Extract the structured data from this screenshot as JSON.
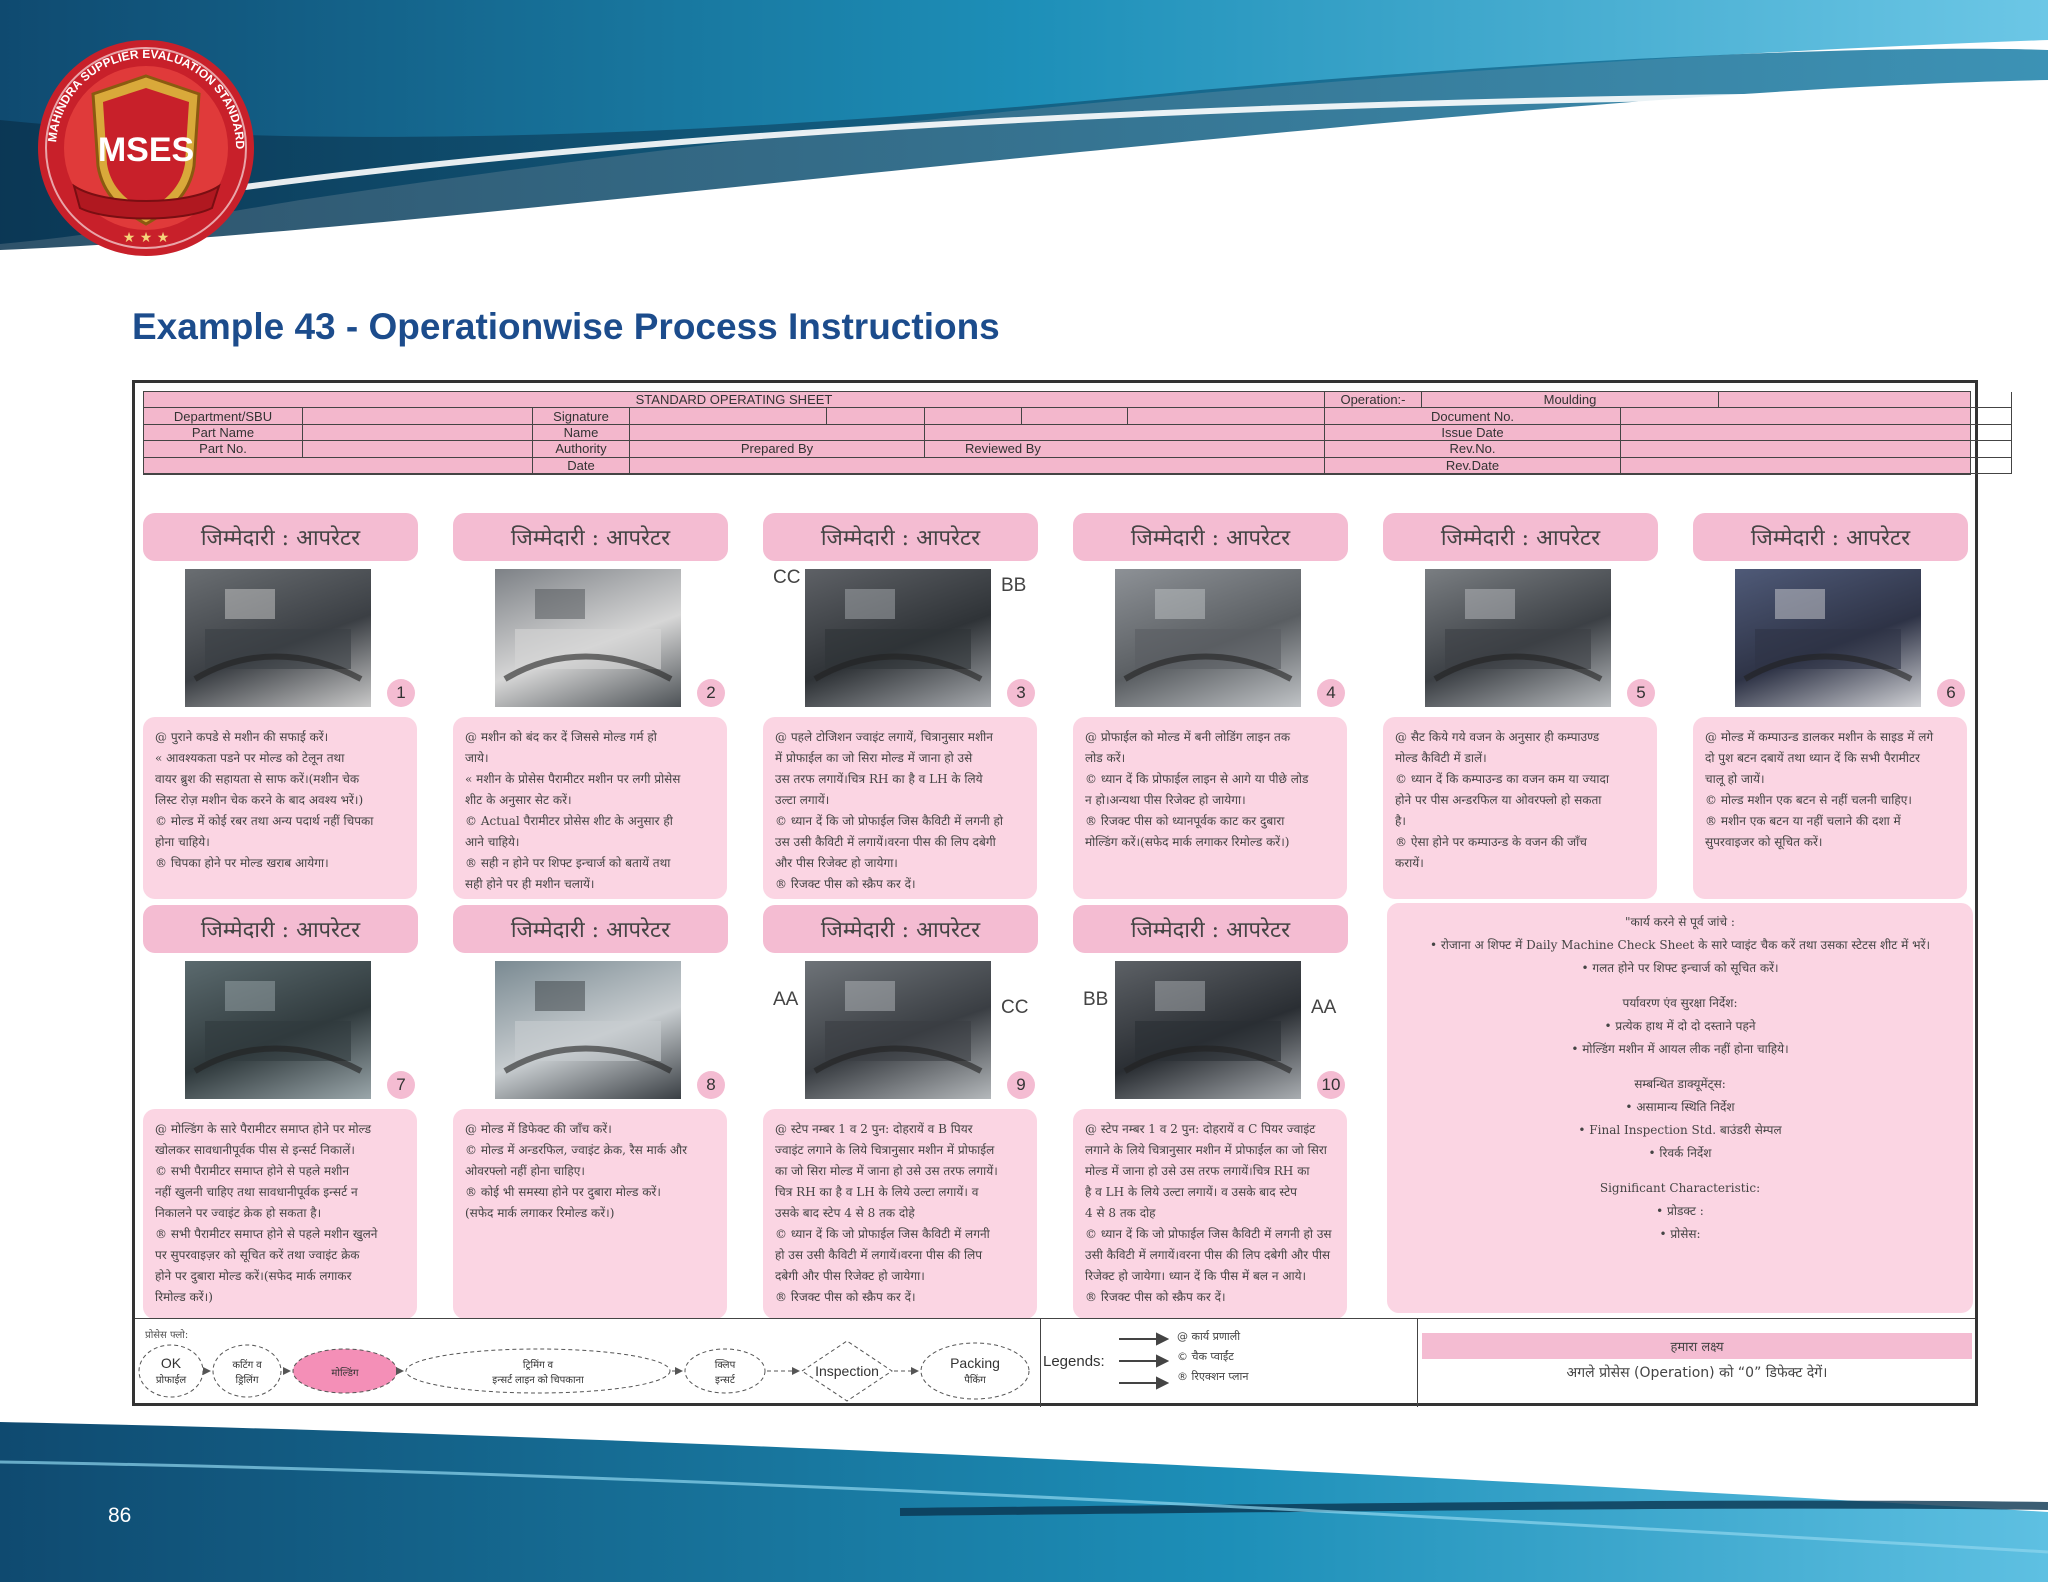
{
  "page": {
    "heading": "Example 43 - Operationwise Process Instructions",
    "number": "86"
  },
  "logo": {
    "text": "MSES",
    "ring_text": "MAHINDRA SUPPLIER EVALUATION STANDARD",
    "colors": {
      "red": "#c8202a",
      "gold": "#d9a93a"
    }
  },
  "colors": {
    "brand_blue": "#1c4c8c",
    "banner_teal": "#1d8fb8",
    "pink": "#f4bcd2",
    "pink_light": "#fbd5e3"
  },
  "header": {
    "standard_operating_sheet": "STANDARD OPERATING SHEET",
    "operation_label": "Operation:-",
    "operation_value": "Moulding",
    "department": "Department/SBU",
    "part_name": "Part Name",
    "part_no": "Part No.",
    "signature": "Signature",
    "name": "Name",
    "authority": "Authority",
    "date": "Date",
    "prepared_by": "Prepared By",
    "reviewed_by": "Reviewed By",
    "document_no": "Document No.",
    "issue_date": "Issue Date",
    "rev_no": "Rev.No.",
    "rev_date": "Rev.Date"
  },
  "cards": [
    {
      "title": "जिम्मेदारी : आपरेटर",
      "number": "1",
      "lines": [
        "@ पुराने कपडे से मशीन की सफाई करें।",
        "« आवश्यकता पडने पर मोल्ड को टेलून तथा",
        "वायर ब्रुश की सहायता से साफ करें।(मशीन चेक",
        "लिस्ट रोज़ मशीन चेक करने के बाद अवश्य भरें।)",
        "© मोल्ड में कोई रबर तथा अन्य पदार्थ नहीं चिपका",
        "होना चाहिये।",
        "® चिपका होने पर मोल्ड खराब आयेगा।"
      ]
    },
    {
      "title": "जिम्मेदारी : आपरेटर",
      "number": "2",
      "lines": [
        "@ मशीन को बंद कर दें जिससे मोल्ड गर्म हो",
        "जाये।",
        "« मशीन के प्रोसेस पैरामीटर मशीन पर लगी प्रोसेस",
        "शीट के अनुसार सेट करें।",
        "© Actual पैरामीटर प्रोसेस शीट के अनुसार ही",
        "आने चाहिये।",
        "® सही न होने पर शिफ्ट इन्चार्ज को बतायें तथा",
        "सही होने पर ही मशीन चलायें।"
      ]
    },
    {
      "title": "जिम्मेदारी : आपरेटर",
      "number": "3",
      "callouts": [
        "CC",
        "BB"
      ],
      "lines": [
        "@ पहले टोजिशन ज्वाइंट लगायें, चित्रानुसार मशीन",
        "में प्रोफाईल का जो सिरा मोल्ड में जाना हो उसे",
        "उस तरफ लगायें।चित्र RH का है व LH के लिये",
        "उल्टा लगायें।",
        "© ध्यान दें कि जो प्रोफाईल जिस कैविटी में लगनी हो",
        "उस उसी कैविटी में लगायें।वरना पीस की लिप दबेगी",
        "और पीस रिजेक्ट हो जायेगा।",
        "® रिजक्ट पीस को स्क्रैप कर दें।"
      ]
    },
    {
      "title": "जिम्मेदारी : आपरेटर",
      "number": "4",
      "lines": [
        "@ प्रोफाईल को मोल्ड में बनी लोडिंग लाइन तक",
        "लोड करें।",
        "© ध्यान दें कि प्रोफाईल लाइन से आगे या पीछे लोड",
        "न हो।अन्यथा पीस रिजेक्ट हो जायेगा।",
        "® रिजक्ट पीस को ध्यानपूर्वक काट कर दुबारा",
        "मोल्डिंग करें।(सफेद मार्क लगाकर रिमोल्ड करें।)"
      ]
    },
    {
      "title": "जिम्मेदारी : आपरेटर",
      "number": "5",
      "lines": [
        "@ सैट किये गये वजन के अनुसार ही कम्पाउण्ड",
        "मोल्ड कैविटी में डालें।",
        "© ध्यान दें कि कम्पाउन्ड का वजन कम या ज्यादा",
        "होने पर पीस अन्डरफिल या ओवरफ्लो हो सकता",
        "है।",
        "® ऐसा होने पर कम्पाउन्ड के वजन की जाँच",
        "करायें।"
      ]
    },
    {
      "title": "जिम्मेदारी : आपरेटर",
      "number": "6",
      "lines": [
        "@ मोल्ड में कम्पाउन्ड डालकर मशीन के साइड में लगे",
        "दो पुश बटन दबायें तथा ध्यान दें कि सभी पैरामीटर",
        "चालू हो जायें।",
        "© मोल्ड मशीन एक बटन से नहीं चलनी चाहिए।",
        "® मशीन एक बटन या नहीं चलाने की दशा में",
        "सुपरवाइजर को सूचित करें।"
      ]
    },
    {
      "title": "जिम्मेदारी : आपरेटर",
      "number": "7",
      "lines": [
        "@ मोल्डिंग के सारे पैरामीटर समाप्त होने पर मोल्ड",
        "खोलकर सावधानीपूर्वक पीस से इन्सर्ट निकालें।",
        "© सभी पैरामीटर समाप्त होने से पहले मशीन",
        "नहीं खुलनी चाहिए तथा सावधानीपूर्वक इन्सर्ट न",
        "निकालने पर ज्वाइंट क्रेक हो सकता है।",
        "® सभी पैरामीटर समाप्त होने से पहले मशीन खुलने",
        "पर सुपरवाइज़र को सूचित करें तथा ज्वाइंट क्रेक",
        "होने पर दुबारा मोल्ड करें।(सफेद मार्क लगाकर",
        "रिमोल्ड करें।)"
      ]
    },
    {
      "title": "जिम्मेदारी : आपरेटर",
      "number": "8",
      "lines": [
        "@ मोल्ड में डिफेक्ट की जाँच करें।",
        "© मोल्ड में अन्डरफिल, ज्वाइंट क्रेक, रैस मार्क और",
        "ओवरफ्लो नहीं होना चाहिए।",
        "® कोई भी समस्या होने पर दुबारा मोल्ड करें।",
        "(सफेद मार्क लगाकर रिमोल्ड करें।)"
      ]
    },
    {
      "title": "जिम्मेदारी : आपरेटर",
      "number": "9",
      "callouts": [
        "AA",
        "CC"
      ],
      "lines": [
        "@ स्टेप नम्बर 1 व 2 पुन: दोहरायें व B पियर",
        "ज्वाइंट लगाने के लिये चित्रानुसार मशीन में प्रोफाईल",
        "का जो सिरा मोल्ड में जाना हो उसे उस तरफ लगायें।",
        "चित्र RH का है व LH के लिये उल्टा लगायें। व",
        "उसके बाद स्टेप 4 से 8 तक दोहे",
        "© ध्यान दें कि जो प्रोफाईल जिस कैविटी में लगनी",
        "हो उस उसी कैविटी में लगायें।वरना पीस की लिप",
        "दबेगी और पीस रिजेक्ट हो जायेगा।",
        "® रिजक्ट पीस को स्क्रैप कर दें।"
      ]
    },
    {
      "title": "जिम्मेदारी : आपरेटर",
      "number": "10",
      "callouts": [
        "BB",
        "AA"
      ],
      "lines": [
        "@ स्टेप नम्बर 1 व 2 पुन: दोहरायें व C पियर ज्वाइंट",
        "लगाने के लिये चित्रानुसार मशीन में प्रोफाईल का जो सिरा",
        "मोल्ड में जाना हो उसे उस तरफ लगायें।चित्र RH का",
        "है व LH के लिये उल्टा लगायें। व उसके बाद स्टेप",
        "4 से 8 तक दोह",
        "© ध्यान दें कि जो प्रोफाईल जिस कैविटी में लगनी हो उस",
        "उसी कैविटी में लगायें।वरना पीस की लिप दबेगी और पीस",
        "रिजेक्ट हो जायेगा। ध्यान दें कि पीस में बल न आये।",
        "® रिजक्ट पीस को स्क्रैप कर दें।"
      ]
    }
  ],
  "info_panel": {
    "check_title": "\"कार्य करने से पूर्व जांचे :",
    "check_items": [
      "• रोजाना अ शिफ्ट में Daily Machine Check Sheet के सारे प्वाइंट चैक करें तथा उसका स्टेटस शीट में भरें।",
      "• गलत होने पर शिफ्ट इन्चार्ज को सूचित करें।"
    ],
    "safety_title": "पर्यावरण एंव सुरक्षा निर्देश:",
    "safety_items": [
      "• प्रत्येक हाथ में दो  दो दस्ताने पहने",
      "• मोल्डिंग मशीन में आयल लीक नहीं होना चाहिये।"
    ],
    "docs_title": "सम्बन्धित डाक्यूमेंट्स:",
    "docs_items": [
      "• असामान्य स्थिति निर्देश",
      "• Final Inspection Std. बाउंडरी सेम्पल",
      "• रिवर्क निर्देश"
    ],
    "sig_title": "Significant Characteristic:",
    "sig_items": [
      "• प्रोडक्ट :",
      "• प्रोसेस:"
    ]
  },
  "flow": {
    "label": "प्रोसेस फ्लो:",
    "steps": [
      "OK\nप्रोफाईल",
      "कटिंग व\nड्रिलिंग",
      "मोल्डिंग",
      "ट्रिमिंग व\nइन्सर्ट लाइन को चिपकाना",
      "क्लिप\nइन्सर्ट",
      "Inspection",
      "Packing\nपैकिंग"
    ]
  },
  "legends": {
    "label": "Legends:",
    "items": [
      "@ कार्य प्रणाली",
      "© चैक प्वाईंट",
      "® रिएक्शन प्लान"
    ]
  },
  "goal": {
    "title": "हमारा लक्ष्य",
    "text": "अगले प्रोसेस (Operation) को “0” डिफेक्ट देगें।"
  }
}
